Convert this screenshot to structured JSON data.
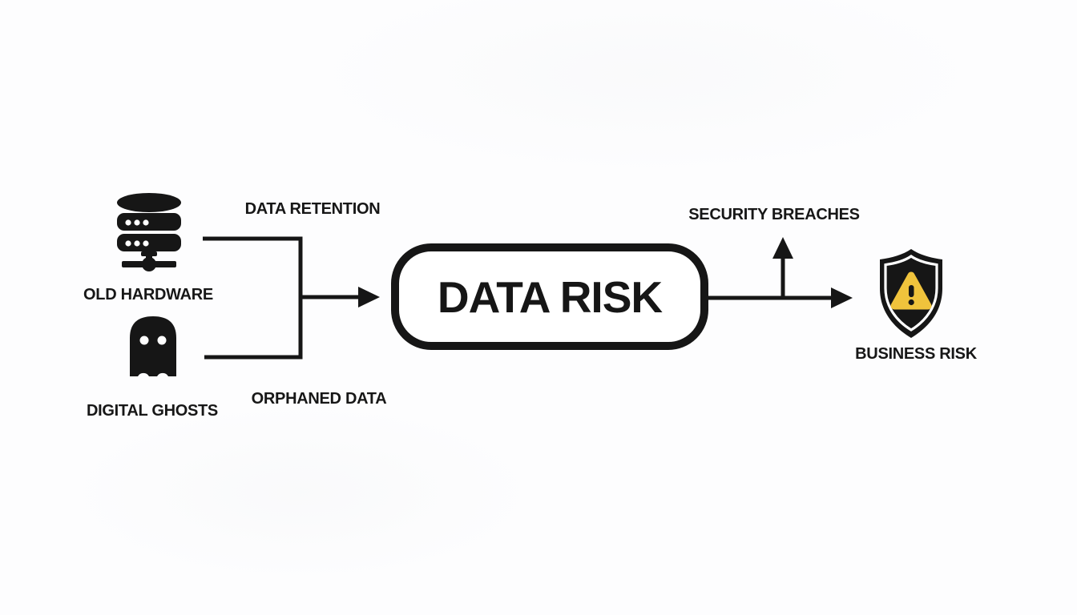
{
  "diagram": {
    "type": "flowchart",
    "background": "#fdfdfe",
    "ink_color": "#161616",
    "warning_yellow": "#f0c33c",
    "nodes": {
      "old_hardware": {
        "label": "OLD HARDWARE",
        "icon": "database-server-icon"
      },
      "digital_ghosts": {
        "label": "DIGITAL GHOSTS",
        "icon": "ghost-icon"
      },
      "data_risk": {
        "label": "DATA RISK",
        "shape": "rounded-rectangle"
      },
      "business_risk": {
        "label": "BUSINESS RISK",
        "icon": "shield-warning-icon"
      }
    },
    "edges": {
      "data_retention": {
        "label": "DATA RETENTION",
        "from": "old_hardware",
        "to": "data_risk"
      },
      "orphaned_data": {
        "label": "ORPHANED DATA",
        "from": "digital_ghosts",
        "to": "data_risk"
      },
      "security_breaches": {
        "label": "SECURITY BREACHES",
        "from": "data_risk",
        "direction": "up"
      },
      "to_business_risk": {
        "label": "",
        "from": "data_risk",
        "to": "business_risk"
      }
    }
  }
}
